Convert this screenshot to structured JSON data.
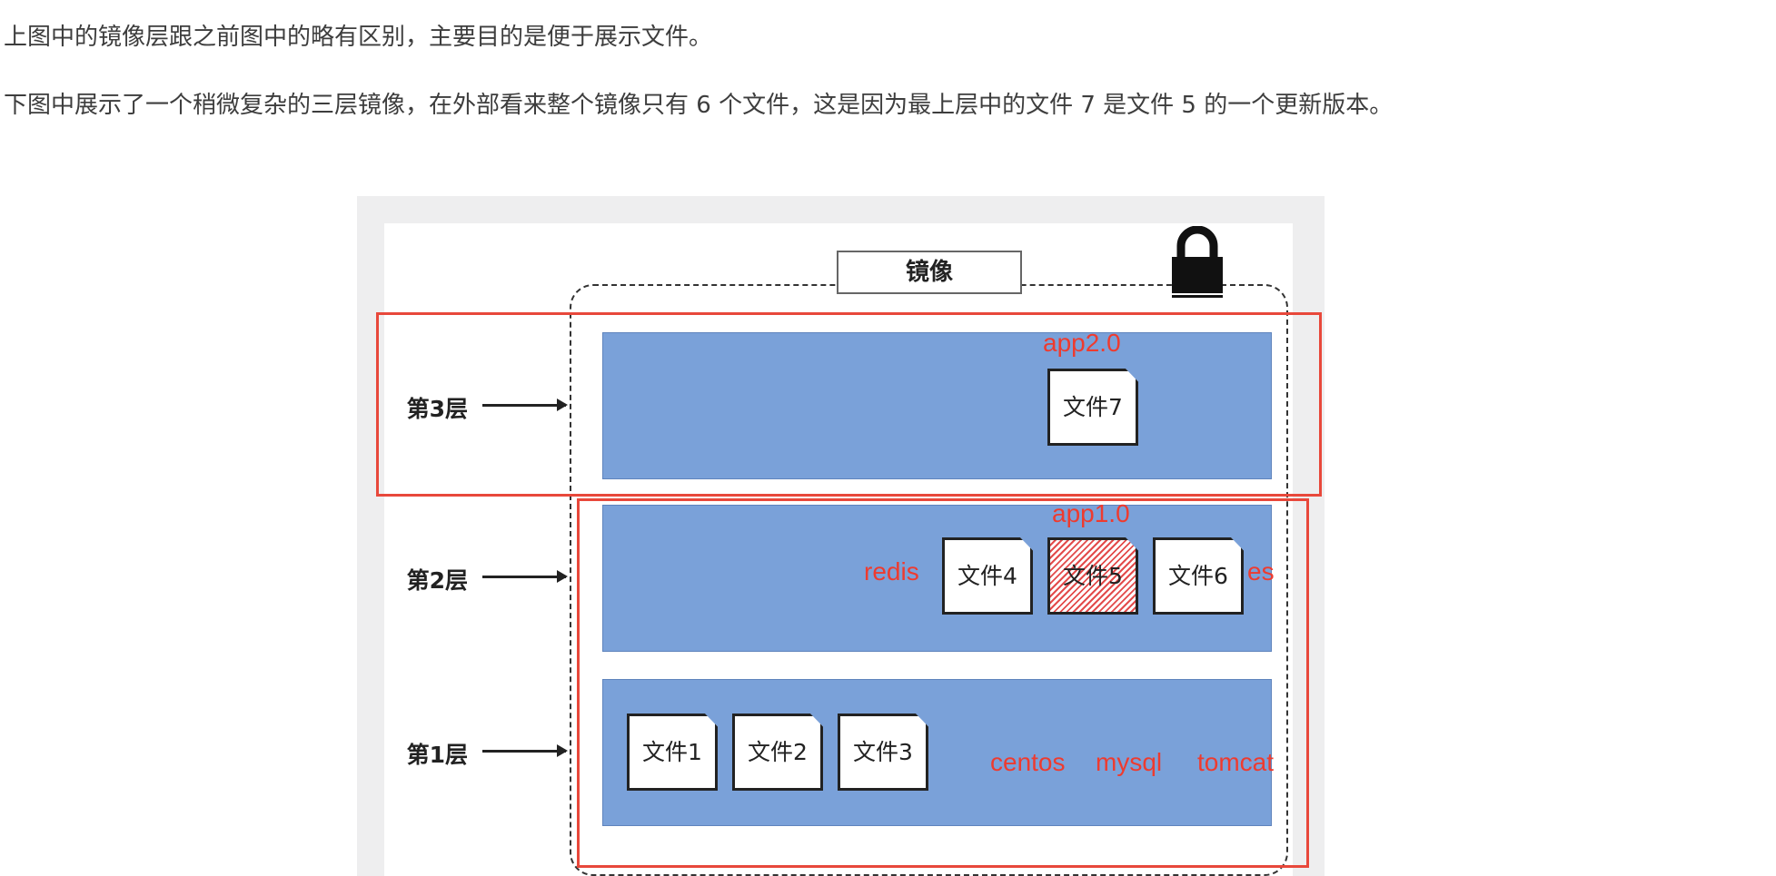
{
  "paragraphs": [
    "上图中的镜像层跟之前图中的略有区别，主要目的是便于展示文件。",
    "下图中展示了一个稍微复杂的三层镜像，在外部看来整个镜像只有 6 个文件，这是因为最上层中的文件 7 是文件 5 的一个更新版本。"
  ],
  "figure": {
    "mirror_label": "镜像",
    "layers": [
      {
        "label": "第3层"
      },
      {
        "label": "第2层"
      },
      {
        "label": "第1层"
      }
    ],
    "files": {
      "f7": "文件7",
      "f4": "文件4",
      "f5": "文件5",
      "f6": "文件6",
      "f1": "文件1",
      "f2": "文件2",
      "f3": "文件3"
    },
    "annotations": {
      "app2": "app2.0",
      "app1": "app1.0",
      "redis": "redis",
      "es": "es",
      "centos": "centos",
      "mysql": "mysql",
      "tomcat": "tomcat"
    },
    "colors": {
      "layer_fill": "#7aa1d9",
      "annotation_red": "#ee3b2f",
      "hatch_red": "#e34b4b"
    },
    "icons": [
      "lock-icon",
      "arrow-right-icon"
    ]
  }
}
